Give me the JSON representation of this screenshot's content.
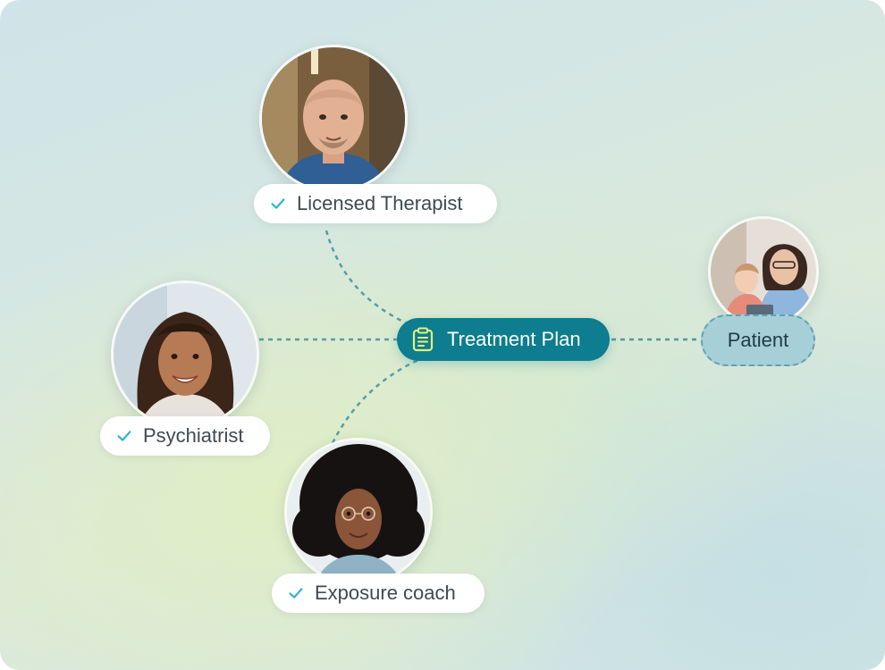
{
  "center_node": {
    "label": "Treatment Plan",
    "icon": "clipboard-icon"
  },
  "care_team": [
    {
      "role": "Licensed Therapist",
      "icon": "check-icon"
    },
    {
      "role": "Psychiatrist",
      "icon": "check-icon"
    },
    {
      "role": "Exposure coach",
      "icon": "check-icon"
    }
  ],
  "patient": {
    "label": "Patient"
  },
  "colors": {
    "accent": "#0d7d8f",
    "check": "#29b6d6",
    "patient_fill": "#a6cfd8",
    "connector": "#3f8fa0"
  }
}
